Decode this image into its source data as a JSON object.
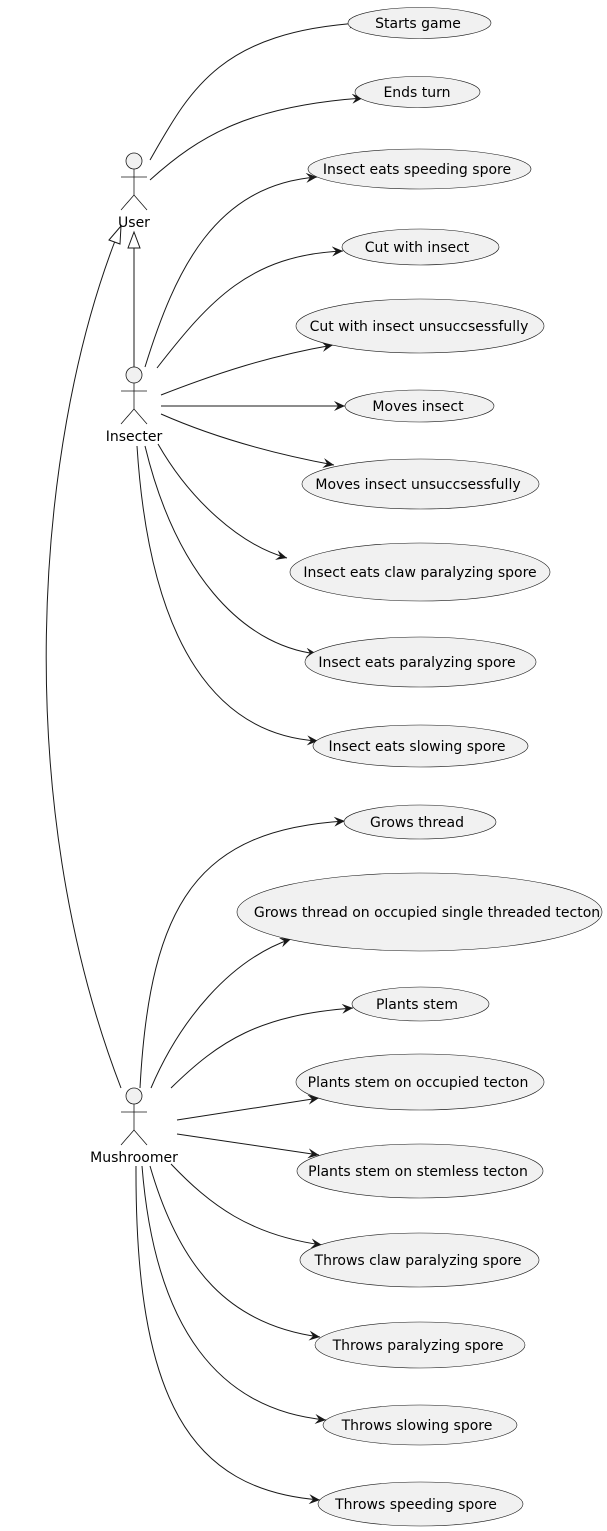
{
  "actors": {
    "user": "User",
    "insecter": "Insecter",
    "mushroomer": "Mushroomer"
  },
  "use_cases": {
    "starts_game": "Starts game",
    "ends_turn": "Ends turn",
    "insect_eats_speeding_spore": "Insect eats speeding spore",
    "cut_with_insect": "Cut with insect",
    "cut_with_insect_unsuccsessfully": "Cut with insect unsuccsessfully",
    "moves_insect": "Moves insect",
    "moves_insect_unsuccsessfully": "Moves insect unsuccsessfully",
    "insect_eats_claw_paralyzing_spore": "Insect eats claw paralyzing spore",
    "insect_eats_paralyzing_spore": "Insect eats paralyzing spore",
    "insect_eats_slowing_spore": "Insect eats slowing spore",
    "grows_thread": "Grows thread",
    "grows_thread_on_occupied": "Grows thread on occupied single threaded tecton",
    "plants_stem": "Plants stem",
    "plants_stem_on_occupied_tecton": "Plants stem on occupied tecton",
    "plants_stem_on_stemless_tecton": "Plants stem on stemless tecton",
    "throws_claw_paralyzing_spore": "Throws claw paralyzing spore",
    "throws_paralyzing_spore": "Throws paralyzing spore",
    "throws_slowing_spore": "Throws slowing spore",
    "throws_speeding_spore": "Throws speeding spore"
  }
}
